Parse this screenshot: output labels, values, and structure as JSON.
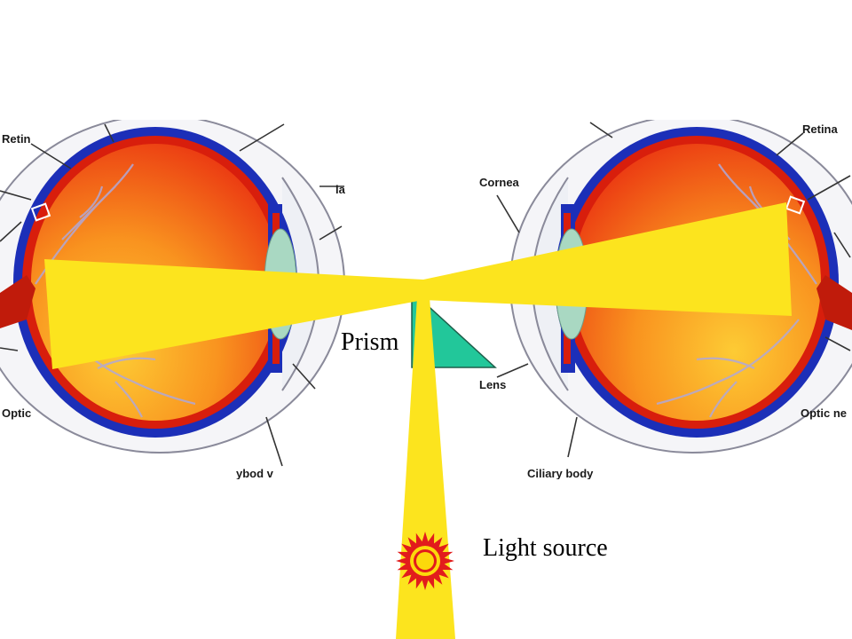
{
  "labels": {
    "prism": "Prism",
    "light_source": "Light source"
  },
  "left_eye": {
    "labels": {
      "retina": "Retin",
      "optic": "Optic",
      "ciliary": "ybod v",
      "top": "la"
    }
  },
  "right_eye": {
    "labels": {
      "retina": "Retina",
      "cornea": "Cornea",
      "lens": "Lens",
      "optic": "Optic ne",
      "ciliary": "Ciliary body"
    }
  },
  "colors": {
    "beam": "#fce41e",
    "prism": "#22c79a",
    "eye_red": "#e8250f",
    "eye_orange": "#fbb12a",
    "choroid": "#1c2fb8",
    "lens": "#a9d8c2",
    "burst_outer": "#e21c1c",
    "burst_inner": "#fcd90b"
  }
}
